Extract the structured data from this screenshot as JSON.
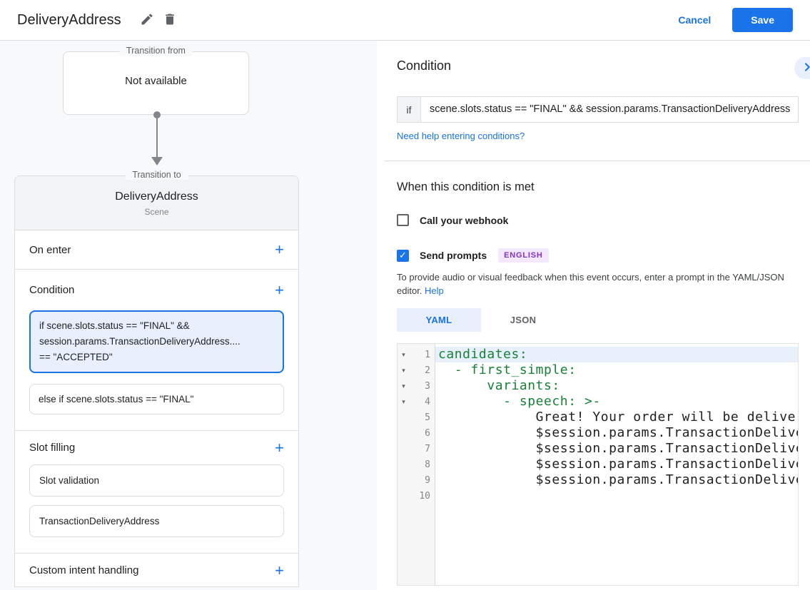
{
  "icons": {
    "add": "+",
    "fold": "▾",
    "check": "✓"
  },
  "colors": {
    "accent": "#1a73e8",
    "accent_bg": "#e8f0fe",
    "code_key": "#188038",
    "badge_bg": "#f3e8fd",
    "badge_text": "#8430ce"
  },
  "header": {
    "title": "DeliveryAddress",
    "cancel_label": "Cancel",
    "save_label": "Save"
  },
  "flow": {
    "from_label": "Transition from",
    "from_value": "Not available",
    "to_label": "Transition to",
    "scene_name": "DeliveryAddress",
    "scene_type": "Scene",
    "on_enter_label": "On enter",
    "condition_label": "Condition",
    "active_condition_lines": [
      "if scene.slots.status == \"FINAL\" &&",
      "session.params.TransactionDeliveryAddress....",
      "== \"ACCEPTED\""
    ],
    "else_condition": "else if scene.slots.status == \"FINAL\"",
    "slot_filling_label": "Slot filling",
    "slot_items": [
      "Slot validation",
      "TransactionDeliveryAddress"
    ],
    "custom_intent_label": "Custom intent handling"
  },
  "condition_panel": {
    "title": "Condition",
    "if_label": "if",
    "if_value": "scene.slots.status == \"FINAL\" && session.params.TransactionDeliveryAddress",
    "help_link": "Need help entering conditions?"
  },
  "when_met": {
    "title": "When this condition is met",
    "webhook_label": "Call your webhook",
    "prompts_label": "Send prompts",
    "language_badge": "ENGLISH",
    "description": "To provide audio or visual feedback when this event occurs, enter a prompt in the YAML/JSON editor.",
    "help_label": "Help"
  },
  "editor": {
    "tab_yaml": "YAML",
    "tab_json": "JSON",
    "lines": [
      {
        "num": "1",
        "fold": "▾",
        "green": "candidates:",
        "plain": ""
      },
      {
        "num": "2",
        "fold": "▾",
        "green": "  - first_simple:",
        "plain": ""
      },
      {
        "num": "3",
        "fold": "▾",
        "green": "      variants:",
        "plain": ""
      },
      {
        "num": "4",
        "fold": "▾",
        "green": "        - speech: >-",
        "plain": ""
      },
      {
        "num": "5",
        "fold": "",
        "green": "",
        "plain": "            Great! Your order will be delivered to"
      },
      {
        "num": "6",
        "fold": "",
        "green": "",
        "plain": "            $session.params.TransactionDeliveryAddress."
      },
      {
        "num": "7",
        "fold": "",
        "green": "",
        "plain": "            $session.params.TransactionDeliveryAddress."
      },
      {
        "num": "8",
        "fold": "",
        "green": "",
        "plain": "            $session.params.TransactionDeliveryAddress."
      },
      {
        "num": "9",
        "fold": "",
        "green": "",
        "plain": "            $session.params.TransactionDeliveryAddress."
      },
      {
        "num": "10",
        "fold": "",
        "green": "",
        "plain": ""
      }
    ]
  }
}
